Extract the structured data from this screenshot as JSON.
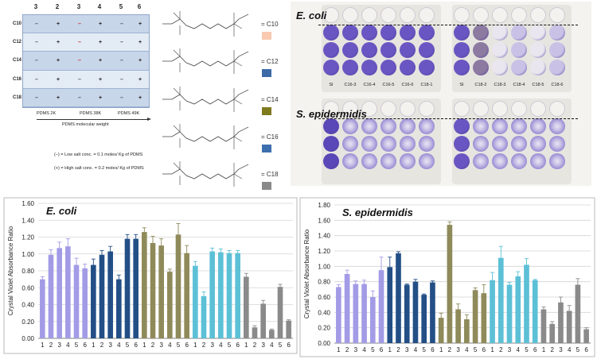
{
  "grid": {
    "col_headers": [
      "3",
      "2",
      "3",
      "4",
      "5",
      "6"
    ],
    "rows": [
      {
        "label": "C10",
        "cells": [
          "–",
          "+",
          "–",
          "+",
          "–",
          "+"
        ]
      },
      {
        "label": "C12",
        "cells": [
          "–",
          "+",
          "–",
          "+",
          "–",
          "+"
        ]
      },
      {
        "label": "C14",
        "cells": [
          "–",
          "+",
          "–",
          "+",
          "–",
          "+"
        ]
      },
      {
        "label": "C16",
        "cells": [
          "–",
          "+",
          "–",
          "+",
          "–",
          "+"
        ]
      },
      {
        "label": "C18",
        "cells": [
          "–",
          "+",
          "–",
          "+",
          "–",
          "+"
        ]
      }
    ],
    "pdms_labels": [
      "PDMS 2K",
      "PDMS 38K",
      "PDMS 49K"
    ],
    "mw_label": "PDMS molecular weight",
    "low_salt": "(–) = Low salt conc. = 0.1 moles/ Kg of PDMS",
    "high_salt": "(+) = High salt conc. = 0.2 moles/ Kg of PDMS"
  },
  "structures": [
    {
      "label": "= C10",
      "color": "#f9c9b0"
    },
    {
      "label": "= C12",
      "color": "#3d6ba8"
    },
    {
      "label": "= C14",
      "color": "#807a1e"
    },
    {
      "label": "= C16",
      "color": "#3c6fae"
    },
    {
      "label": "= C18",
      "color": "#8a8a8a"
    }
  ],
  "plates": {
    "ecoli_title": "E. coli",
    "sepi_title": "S. epidermidis",
    "left_labels": [
      "SI",
      "C16-3",
      "C16-4",
      "C16-5",
      "C16-6",
      "C18-1"
    ],
    "right_labels": [
      "SI",
      "C18-2",
      "C18-3",
      "C18-4",
      "C18-5",
      "C18-6"
    ]
  },
  "chart_data": [
    {
      "type": "bar",
      "title": "E. coli",
      "xlabel": "",
      "ylabel": "Crystal Violet Absorbance Ratio",
      "ylim": [
        0,
        1.6
      ],
      "yticks": [
        "0.00",
        "0.20",
        "0.40",
        "0.60",
        "0.80",
        "1.00",
        "1.20",
        "1.40",
        "1.60"
      ],
      "grid": true,
      "categories": [
        "1",
        "2",
        "3",
        "4",
        "5",
        "6",
        "1",
        "2",
        "3",
        "4",
        "5",
        "6",
        "1",
        "2",
        "3",
        "4",
        "5",
        "6",
        "1",
        "2",
        "3",
        "4",
        "5",
        "6",
        "1",
        "2",
        "3",
        "4",
        "5",
        "6"
      ],
      "group_colors": [
        "#a39be6",
        "#234f86",
        "#8f8a5a",
        "#5cc0d6",
        "#8a8a8a"
      ],
      "values": [
        0.7,
        0.99,
        1.07,
        1.09,
        0.87,
        0.83,
        0.87,
        0.99,
        1.03,
        0.7,
        1.18,
        1.18,
        1.26,
        1.13,
        1.1,
        0.79,
        1.23,
        1.01,
        0.86,
        0.5,
        1.03,
        1.02,
        1.01,
        1.01,
        0.73,
        0.13,
        0.41,
        0.1,
        0.61,
        0.21
      ],
      "errors": [
        0.03,
        0.06,
        0.07,
        0.09,
        0.08,
        0.05,
        0.07,
        0.05,
        0.06,
        0.05,
        0.05,
        0.05,
        0.05,
        0.08,
        0.08,
        0.03,
        0.13,
        0.09,
        0.05,
        0.05,
        0.04,
        0.04,
        0.03,
        0.03,
        0.04,
        0.02,
        0.04,
        0.01,
        0.03,
        0.01
      ]
    },
    {
      "type": "bar",
      "title": "S. epidermidis",
      "xlabel": "",
      "ylabel": "Crystal Violet Absorbance Ratio",
      "ylim": [
        0,
        1.8
      ],
      "yticks": [
        "0.00",
        "0.20",
        "0.40",
        "0.60",
        "0.80",
        "1.00",
        "1.20",
        "1.40",
        "1.60",
        "1.80"
      ],
      "grid": true,
      "categories": [
        "1",
        "2",
        "3",
        "4",
        "5",
        "6",
        "1",
        "2",
        "3",
        "4",
        "5",
        "6",
        "1",
        "2",
        "3",
        "4",
        "5",
        "6",
        "1",
        "2",
        "3",
        "4",
        "5",
        "6",
        "1",
        "2",
        "3",
        "4",
        "5",
        "6"
      ],
      "group_colors": [
        "#a39be6",
        "#234f86",
        "#8f8a5a",
        "#5cc0d6",
        "#8a8a8a"
      ],
      "values": [
        0.73,
        0.9,
        0.77,
        0.77,
        0.6,
        0.95,
        0.99,
        1.17,
        0.76,
        0.8,
        0.63,
        0.79,
        0.33,
        1.54,
        0.44,
        0.31,
        0.69,
        0.65,
        0.82,
        1.11,
        0.76,
        0.87,
        1.02,
        0.82,
        0.44,
        0.25,
        0.53,
        0.42,
        0.76,
        0.18
      ],
      "errors": [
        0.03,
        0.05,
        0.04,
        0.05,
        0.08,
        0.17,
        0.13,
        0.02,
        0.01,
        0.03,
        0.01,
        0.02,
        0.06,
        0.04,
        0.07,
        0.06,
        0.03,
        0.11,
        0.1,
        0.15,
        0.03,
        0.06,
        0.08,
        0.01,
        0.03,
        0.03,
        0.07,
        0.07,
        0.08,
        0.02
      ]
    }
  ]
}
